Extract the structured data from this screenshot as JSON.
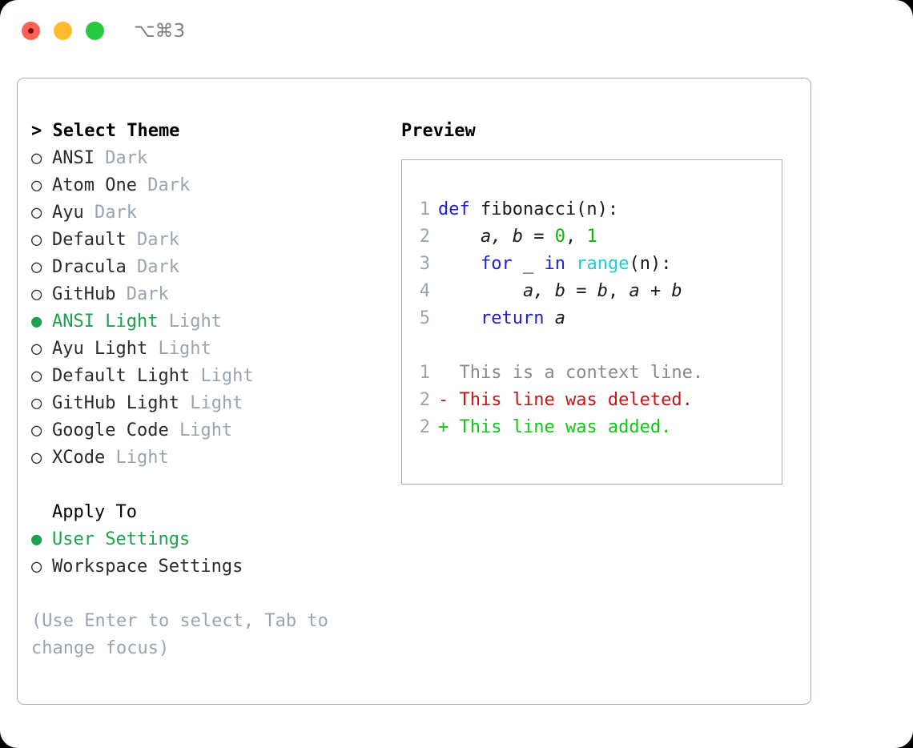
{
  "titlebar": {
    "shortcut": "⌥⌘3",
    "traffic_lights": [
      {
        "name": "close",
        "color": "#ff6159"
      },
      {
        "name": "minimize",
        "color": "#ffbd2e"
      },
      {
        "name": "maximize",
        "color": "#28c840"
      }
    ]
  },
  "theme_picker": {
    "header": "> Select Theme",
    "markers": {
      "selected": "●",
      "unselected": "○"
    },
    "selected_color": "#18a44a",
    "items": [
      {
        "marker": "○",
        "name": "ANSI",
        "variant": "Dark",
        "selected": false
      },
      {
        "marker": "○",
        "name": "Atom One",
        "variant": "Dark",
        "selected": false
      },
      {
        "marker": "○",
        "name": "Ayu",
        "variant": "Dark",
        "selected": false
      },
      {
        "marker": "○",
        "name": "Default",
        "variant": "Dark",
        "selected": false
      },
      {
        "marker": "○",
        "name": "Dracula",
        "variant": "Dark",
        "selected": false
      },
      {
        "marker": "○",
        "name": "GitHub",
        "variant": "Dark",
        "selected": false
      },
      {
        "marker": "●",
        "name": "ANSI Light",
        "variant": "Light",
        "selected": true
      },
      {
        "marker": "○",
        "name": "Ayu Light",
        "variant": "Light",
        "selected": false
      },
      {
        "marker": "○",
        "name": "Default Light",
        "variant": "Light",
        "selected": false
      },
      {
        "marker": "○",
        "name": "GitHub Light",
        "variant": "Light",
        "selected": false
      },
      {
        "marker": "○",
        "name": "Google Code",
        "variant": "Light",
        "selected": false
      },
      {
        "marker": "○",
        "name": "XCode",
        "variant": "Light",
        "selected": false
      }
    ]
  },
  "apply_to": {
    "header": "Apply To",
    "items": [
      {
        "marker": "●",
        "name": "User Settings",
        "selected": true
      },
      {
        "marker": "○",
        "name": "Workspace Settings",
        "selected": false
      }
    ]
  },
  "hint": "(Use Enter to select, Tab to change focus)",
  "preview": {
    "header": "Preview",
    "code_lines": [
      {
        "num": "1",
        "tokens": [
          {
            "text": "def ",
            "style": "kw"
          },
          {
            "text": "fibonacci(n):",
            "style": "plain"
          }
        ]
      },
      {
        "num": "2",
        "tokens": [
          {
            "text": "    ",
            "style": "plain"
          },
          {
            "text": "a, b",
            "style": "var"
          },
          {
            "text": " = ",
            "style": "plain"
          },
          {
            "text": "0",
            "style": "num"
          },
          {
            "text": ", ",
            "style": "plain"
          },
          {
            "text": "1",
            "style": "num"
          }
        ]
      },
      {
        "num": "3",
        "tokens": [
          {
            "text": "    ",
            "style": "plain"
          },
          {
            "text": "for",
            "style": "kw"
          },
          {
            "text": " _ ",
            "style": "plain"
          },
          {
            "text": "in",
            "style": "kw"
          },
          {
            "text": " ",
            "style": "plain"
          },
          {
            "text": "range",
            "style": "fn"
          },
          {
            "text": "(n):",
            "style": "plain"
          }
        ]
      },
      {
        "num": "4",
        "tokens": [
          {
            "text": "        ",
            "style": "plain"
          },
          {
            "text": "a, b",
            "style": "var"
          },
          {
            "text": " = ",
            "style": "plain"
          },
          {
            "text": "b",
            "style": "var"
          },
          {
            "text": ", ",
            "style": "plain"
          },
          {
            "text": "a + b",
            "style": "var"
          }
        ]
      },
      {
        "num": "5",
        "tokens": [
          {
            "text": "    ",
            "style": "plain"
          },
          {
            "text": "return",
            "style": "kw"
          },
          {
            "text": " ",
            "style": "plain"
          },
          {
            "text": "a",
            "style": "var"
          }
        ]
      }
    ],
    "diff_lines": [
      {
        "num": "1",
        "sign": "  ",
        "text": "This is a context line.",
        "kind": "context"
      },
      {
        "num": "2",
        "sign": "- ",
        "text": "This line was deleted.",
        "kind": "deleted"
      },
      {
        "num": "2",
        "sign": "+ ",
        "text": "This line was added.",
        "kind": "added"
      }
    ],
    "colors": {
      "keyword": "#1f1fcc",
      "number": "#13b113",
      "function": "#1ccdd2",
      "line_number": "#9aa4b0",
      "context": "#8a8a8a",
      "deleted": "#c51414",
      "added": "#14c614"
    }
  }
}
